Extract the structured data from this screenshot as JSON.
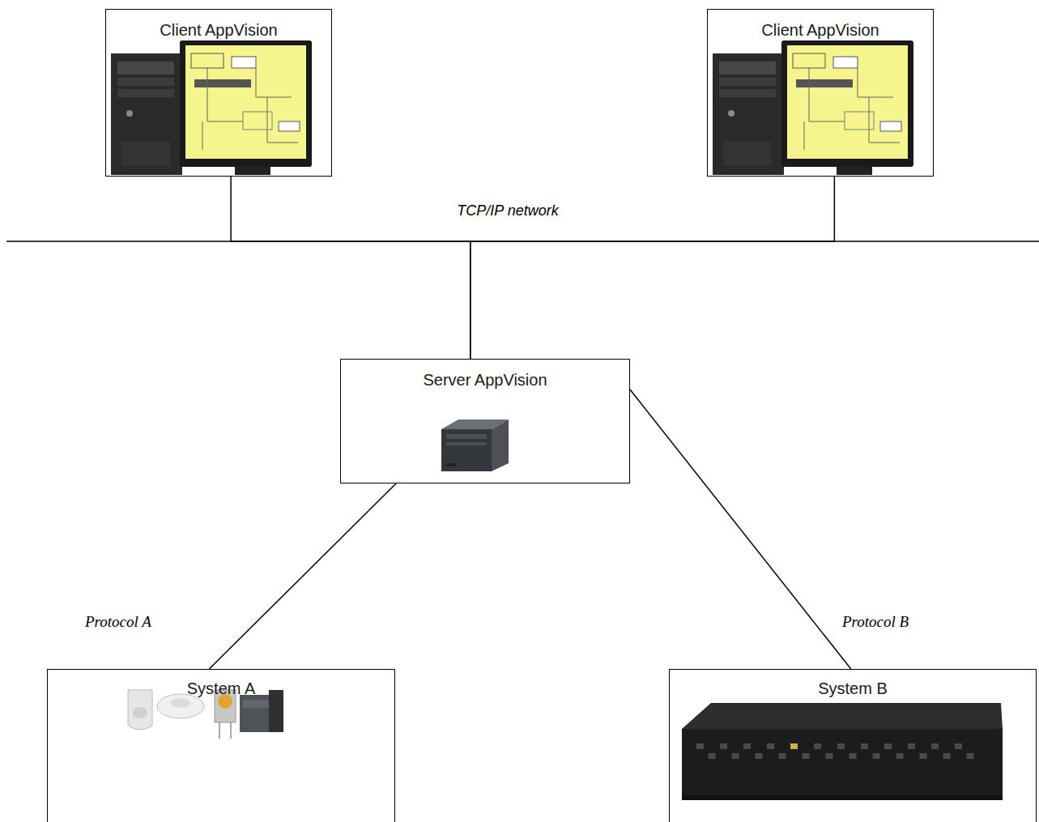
{
  "diagram": {
    "nodes": [
      {
        "text": [
          "Client AppVision"
        ]
      },
      {
        "text": [
          "Client AppVision"
        ]
      },
      {
        "text": [
          "Server AppVision"
        ]
      },
      {
        "text": [
          "System A"
        ]
      },
      {
        "text": [
          "System B"
        ]
      }
    ],
    "edges": [
      {
        "from": 0,
        "to": 2,
        "arrow": "none"
      },
      {
        "from": 1,
        "to": 2,
        "arrow": "none"
      },
      {
        "from": 2,
        "to": 3,
        "label": "Protocol A",
        "arrow": "none"
      },
      {
        "from": 2,
        "to": 4,
        "label": "Protocol B",
        "arrow": "none"
      }
    ],
    "labels": [
      "TCP/IP network"
    ]
  }
}
